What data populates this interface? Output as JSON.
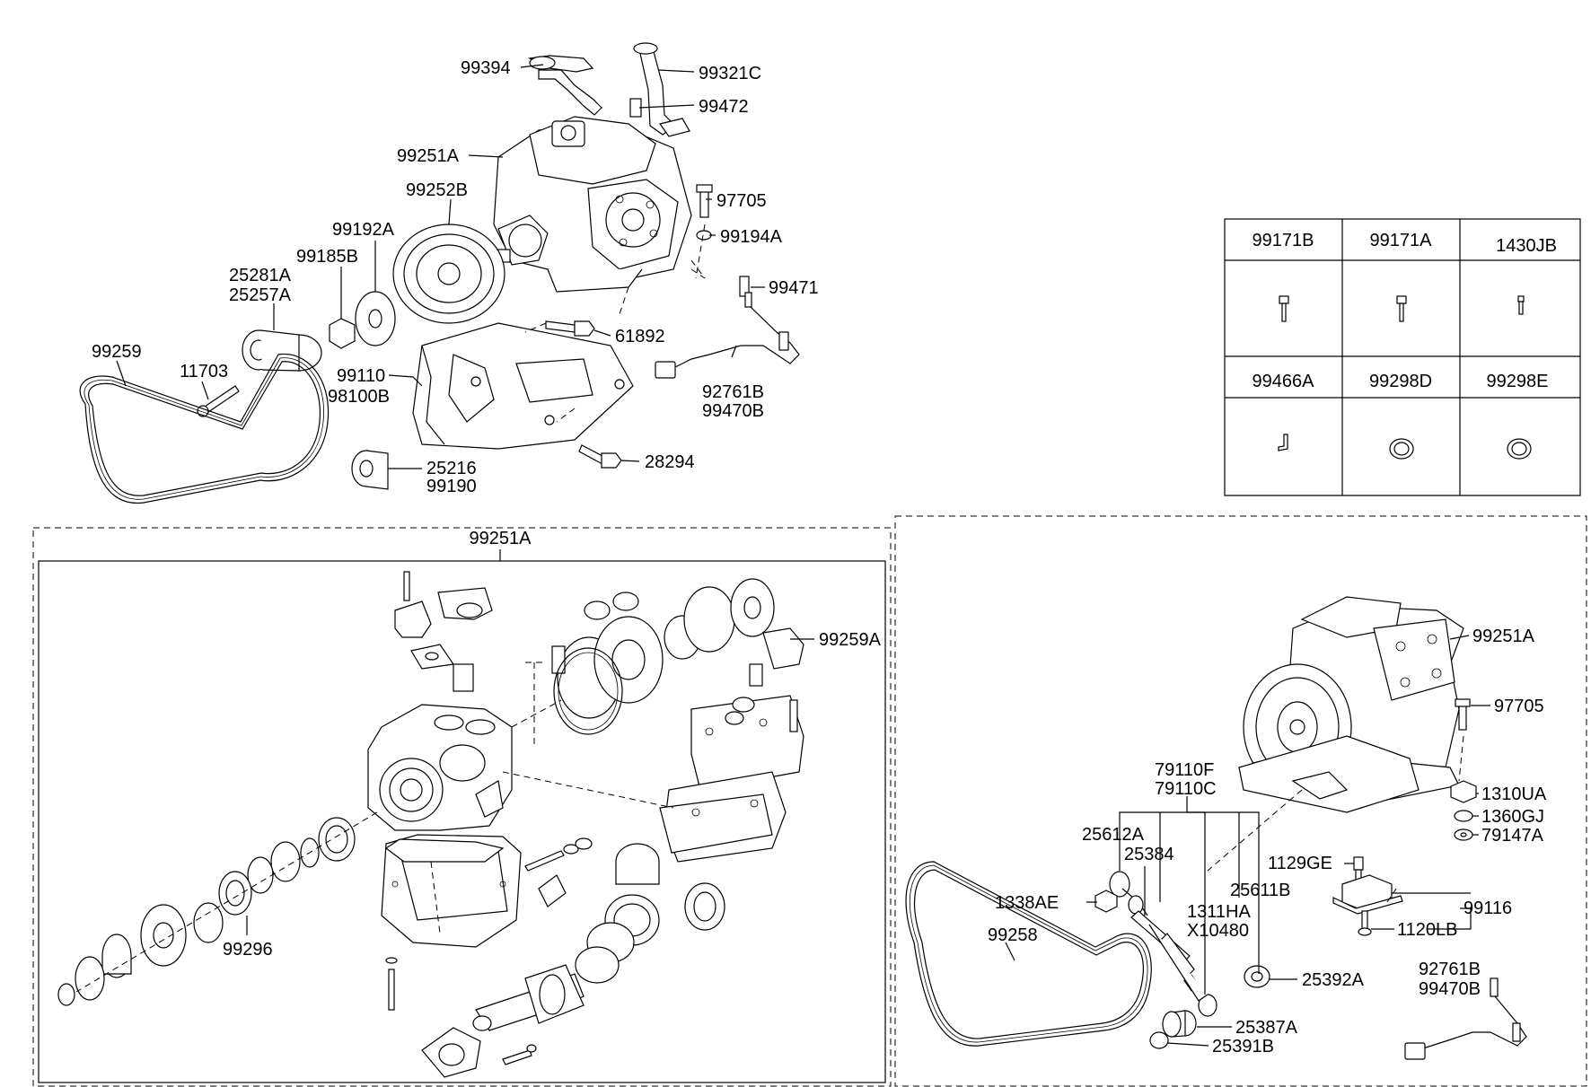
{
  "top_labels": {
    "l99394": "99394",
    "l99321c": "99321C",
    "l99472": "99472",
    "l99251a": "99251A",
    "l99252b": "99252B",
    "l97705": "97705",
    "l99192a": "99192A",
    "l99194a": "99194A",
    "l99185b": "99185B",
    "l25281a": "25281A",
    "l25257a": "25257A",
    "l99471": "99471",
    "l61892": "61892",
    "l99259": "99259",
    "l11703": "11703",
    "l99110": "99110",
    "l98100b": "98100B",
    "l92761b": "92761B",
    "l99470b": "99470B",
    "l25216": "25216",
    "l99190": "99190",
    "l28294": "28294"
  },
  "parts_table": {
    "row1": [
      "99171B",
      "99171A",
      "1430JB"
    ],
    "row2": [
      "99466A",
      "99298D",
      "99298E"
    ]
  },
  "exploded_labels": {
    "l99251a": "99251A",
    "l99259a": "99259A",
    "l99296": "99296"
  },
  "right_labels": {
    "l99251a": "99251A",
    "l97705": "97705",
    "l79110f": "79110F",
    "l79110c": "79110C",
    "l1310ua": "1310UA",
    "l1360gj": "1360GJ",
    "l79147a": "79147A",
    "l25612a": "25612A",
    "l25384": "25384",
    "l1129ge": "1129GE",
    "l25611b": "25611B",
    "l1338ae": "1338AE",
    "l99116": "99116",
    "l1311ha": "1311HA",
    "lx10480": "X10480",
    "l99258": "99258",
    "l1120lb": "1120LB",
    "l92761b": "92761B",
    "l99470b": "99470B",
    "l25392a": "25392A",
    "l25387a": "25387A",
    "l25391b": "25391B"
  }
}
